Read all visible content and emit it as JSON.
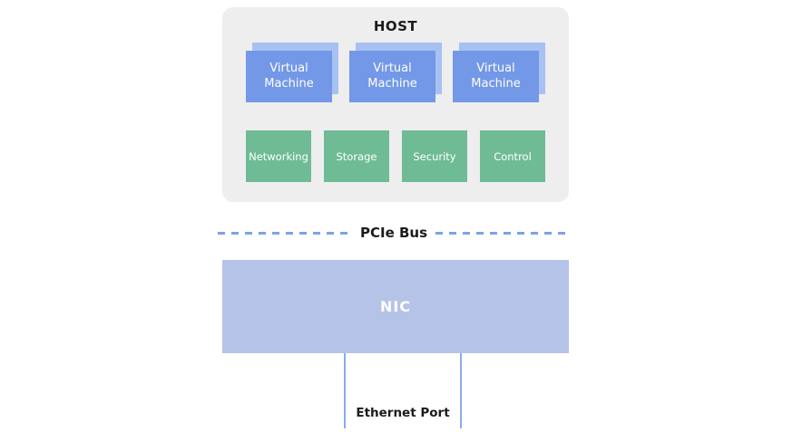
{
  "diagram": {
    "host": {
      "title": "HOST",
      "vms": [
        {
          "label": "Virtual Machine"
        },
        {
          "label": "Virtual Machine"
        },
        {
          "label": "Virtual Machine"
        }
      ],
      "services": [
        {
          "label": "Networking"
        },
        {
          "label": "Storage"
        },
        {
          "label": "Security"
        },
        {
          "label": "Control"
        }
      ]
    },
    "bus": {
      "label": "PCIe Bus"
    },
    "nic": {
      "label": "NIC"
    },
    "ethernet": {
      "label": "Ethernet Port"
    }
  },
  "colors": {
    "host_bg": "#eeeeee",
    "vm_front": "#7398e8",
    "vm_back": "#a6c1f2",
    "service_green": "#6fbb95",
    "nic_bg": "#b6c3e9",
    "bus_dash": "#7ca2e8",
    "port_line": "#8aabeb",
    "text_dark": "#1b1b1b",
    "text_light": "#ffffff"
  }
}
